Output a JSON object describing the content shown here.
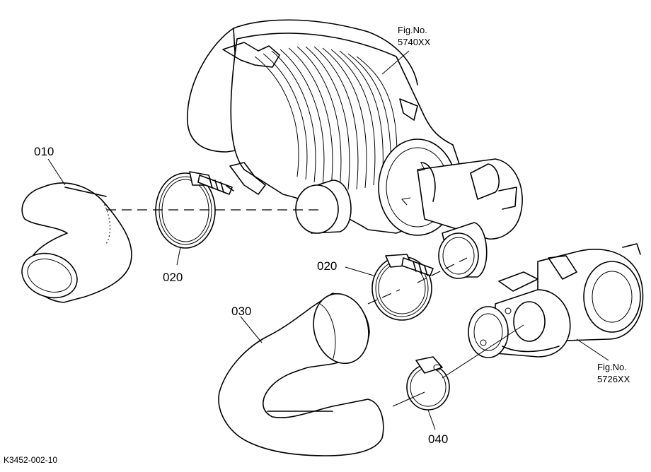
{
  "labels": {
    "part_010": "010",
    "part_020_a": "020",
    "part_020_b": "020",
    "part_030": "030",
    "part_040": "040",
    "fig_ref_aircleaner_line1": "Fig.No.",
    "fig_ref_aircleaner_line2": "5740XX",
    "fig_ref_turbo_line1": "Fig.No.",
    "fig_ref_turbo_line2": "5726XX",
    "doc_code": "K3452-002-10"
  },
  "colors": {
    "line": "#000000",
    "background": "#ffffff"
  }
}
